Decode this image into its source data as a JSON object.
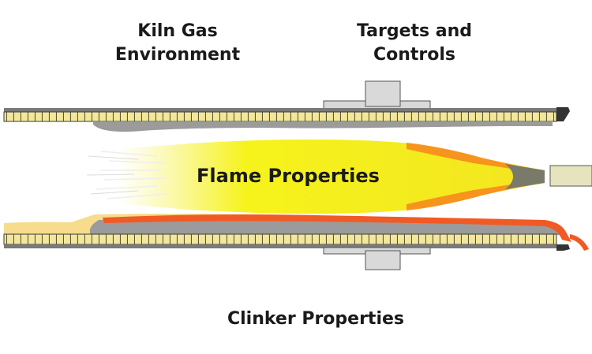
{
  "diagram": {
    "labels": {
      "kiln_gas_environment": "Kiln Gas\nEnvironment",
      "targets_and_controls": "Targets and\nControls",
      "flame_properties": "Flame Properties",
      "clinker_properties": "Clinker Properties"
    },
    "colors": {
      "kiln_shell": "#f3e79b",
      "coating": "#9b9b9b",
      "flame": "#f6f31c",
      "flame_edge": "#f7941d",
      "clinker_bed": "#f15a24",
      "burner_pipe": "#e6e3bf"
    }
  }
}
